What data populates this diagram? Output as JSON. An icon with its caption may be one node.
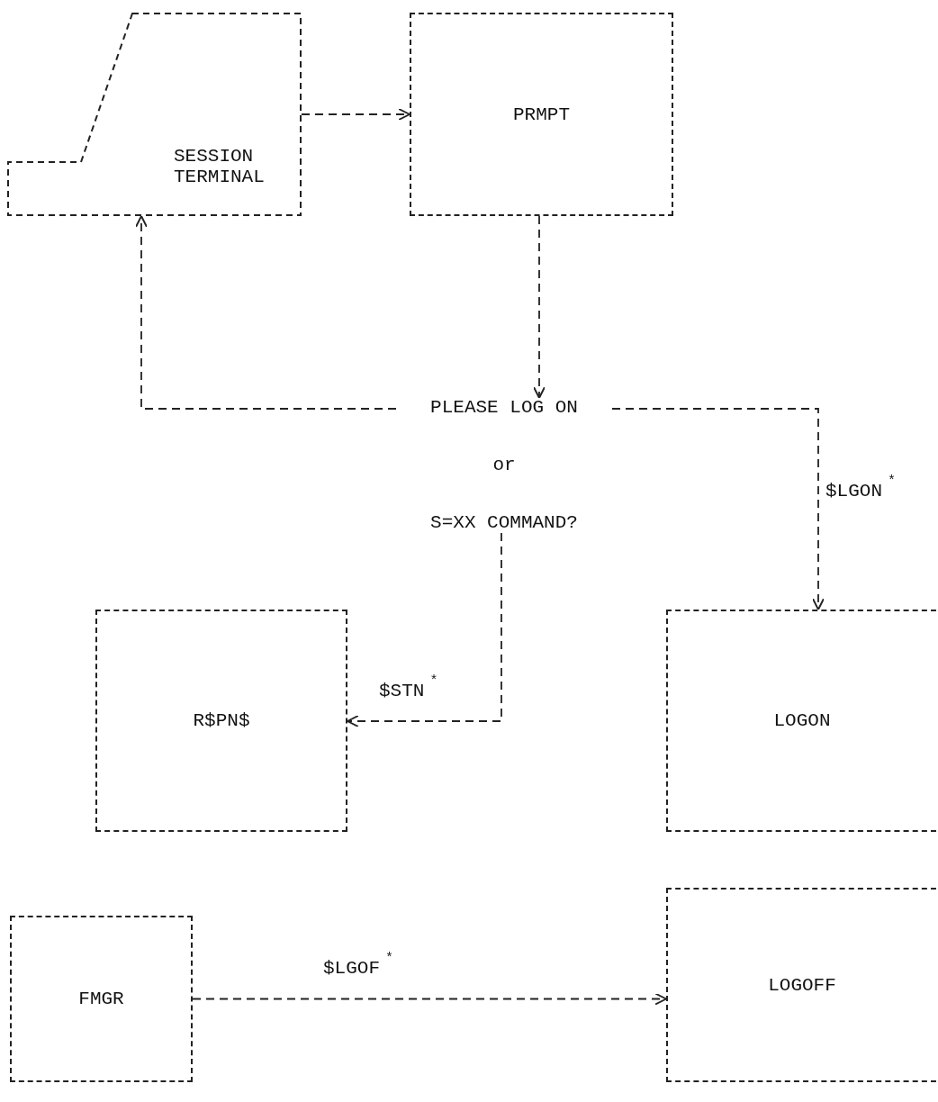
{
  "diagram": {
    "nodes": [
      {
        "text": [
          "SESSION TERMINAL"
        ]
      },
      {
        "text": [
          "PRMPT"
        ]
      },
      {
        "text": [
          "PLEASE LOG ON",
          "or",
          "S=XX COMMAND?"
        ]
      },
      {
        "text": [
          "R$PN$"
        ]
      },
      {
        "text": [
          "LOGON"
        ]
      },
      {
        "text": [
          "FMGR"
        ]
      },
      {
        "text": [
          "LOGOFF"
        ]
      }
    ],
    "edges": [
      {
        "from": 0,
        "to": 1,
        "arrow": "to"
      },
      {
        "from": 1,
        "to": 2,
        "arrow": "to"
      },
      {
        "from": 2,
        "to": 0,
        "arrow": "to"
      },
      {
        "from": 2,
        "to": 4,
        "arrow": "to",
        "label": "$LGON$^{*}$"
      },
      {
        "from": 2,
        "to": 3,
        "arrow": "to",
        "label": "$STN$^{*}$"
      },
      {
        "from": 5,
        "to": 6,
        "arrow": "to",
        "label": "$LGOF$^{*}$"
      }
    ]
  }
}
